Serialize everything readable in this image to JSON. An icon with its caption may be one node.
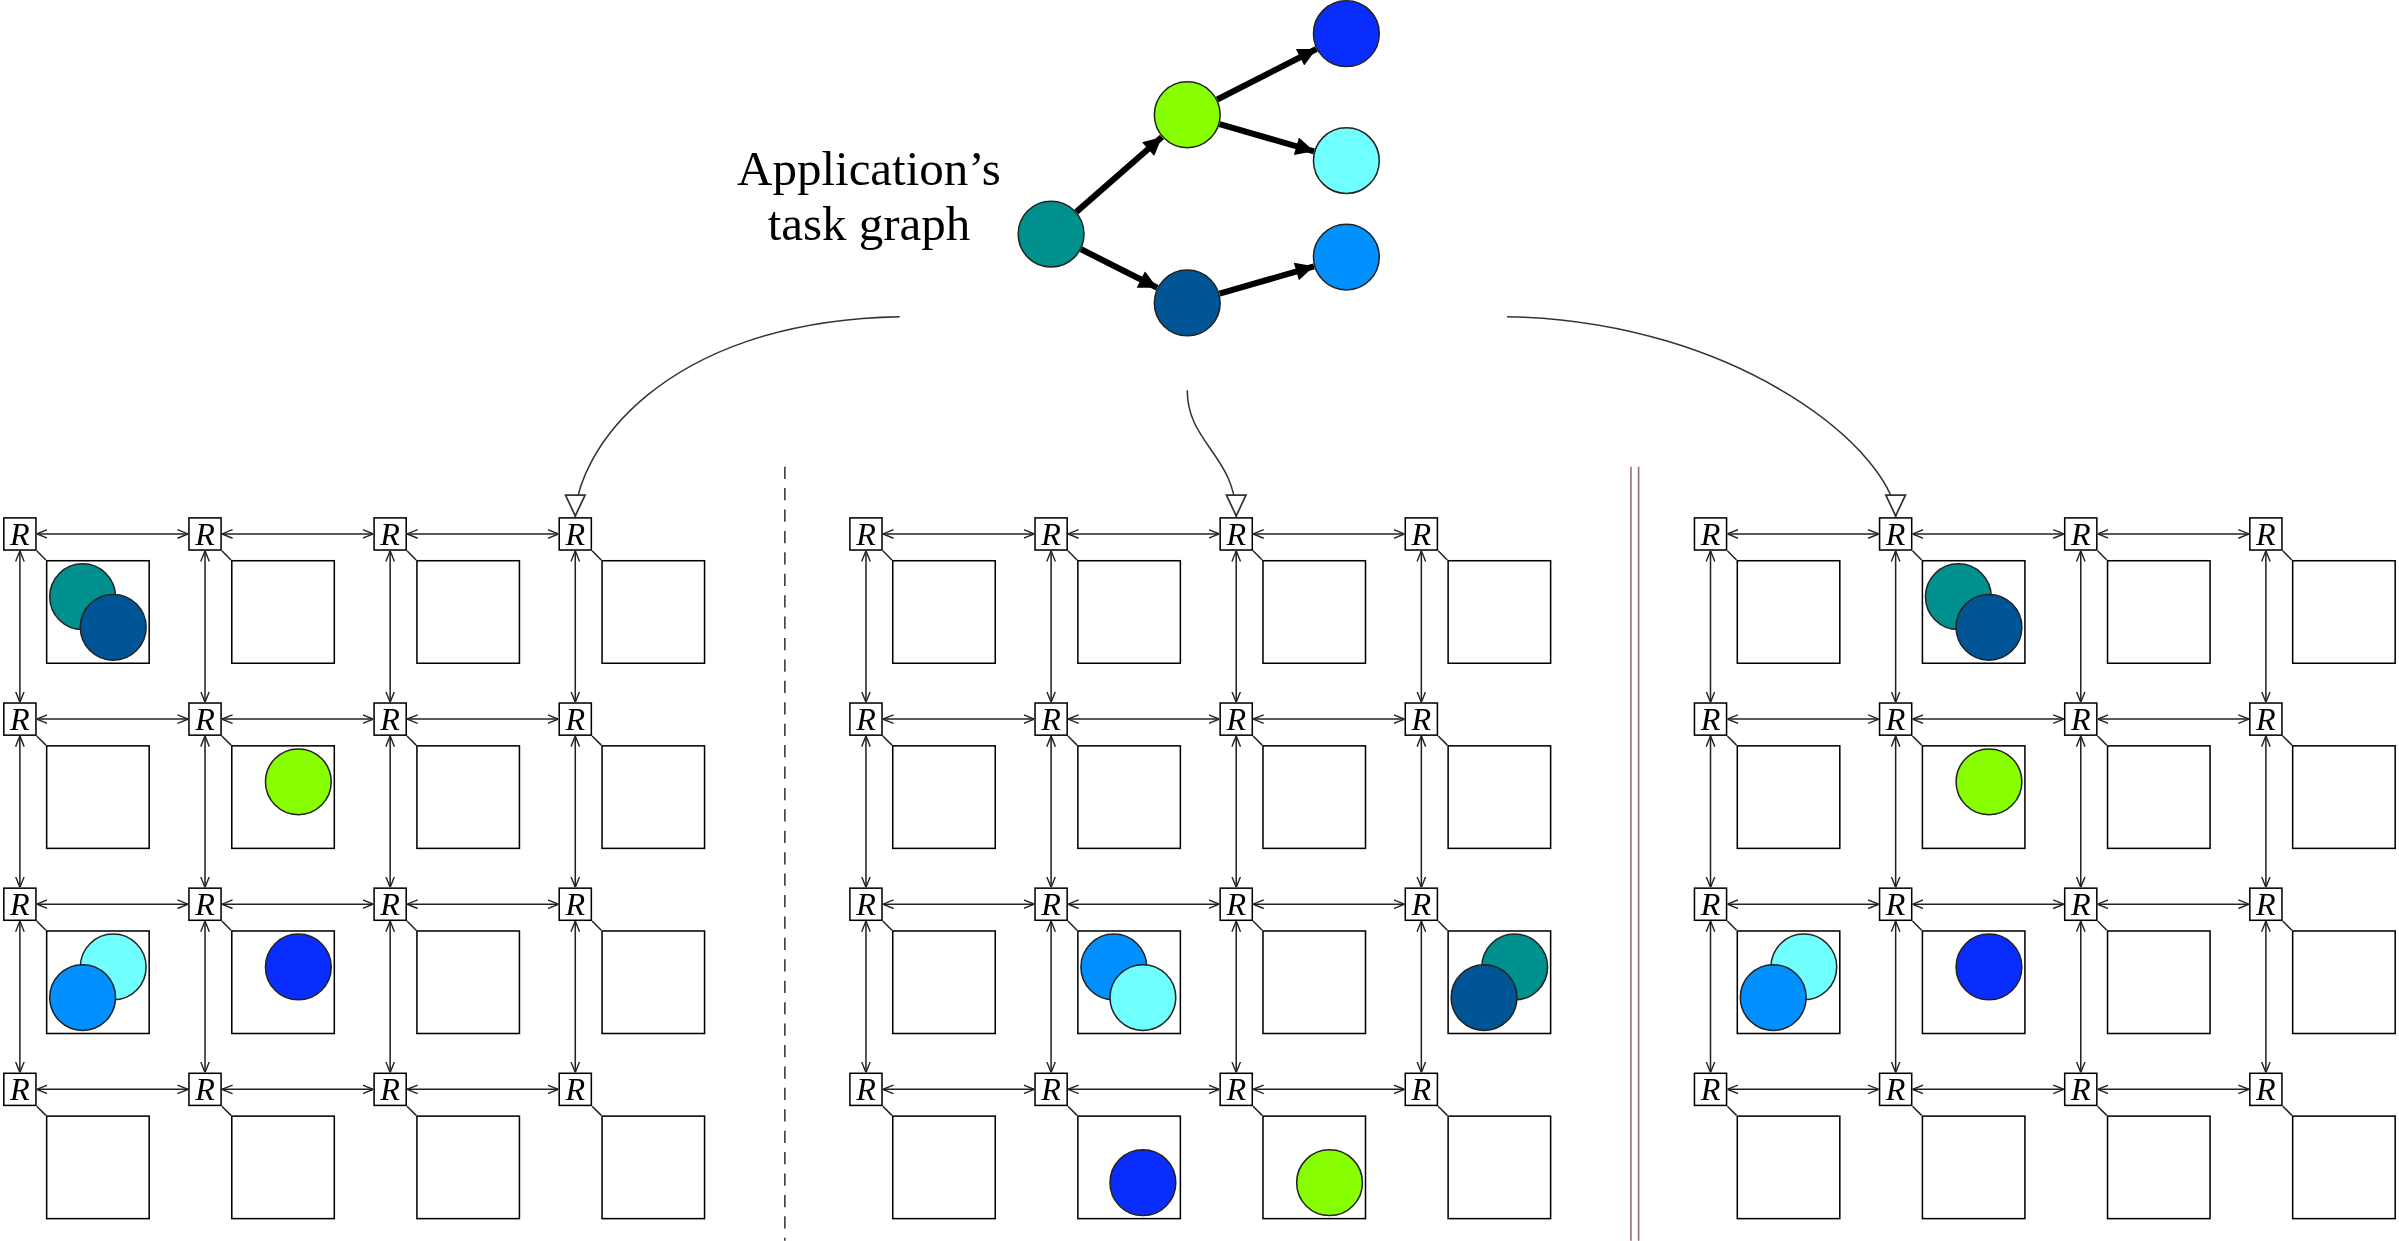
{
  "diagram": {
    "nodes": [
      {
        "text": [
          "Application’s task graph"
        ]
      },
      {
        "text": [],
        "shape": "circle"
      },
      {
        "text": [],
        "shape": "circle"
      },
      {
        "text": [],
        "shape": "circle"
      },
      {
        "text": [],
        "shape": "circle"
      },
      {
        "text": [],
        "shape": "circle"
      },
      {
        "text": [],
        "shape": "circle"
      },
      {
        "text": [
          "R"
        ]
      },
      {
        "text": [],
        "shape": "box"
      },
      {
        "text": [
          "R"
        ]
      },
      {
        "text": [],
        "shape": "box"
      },
      {
        "text": [
          "R"
        ]
      },
      {
        "text": [],
        "shape": "box"
      },
      {
        "text": [
          "R"
        ]
      },
      {
        "text": [],
        "shape": "box"
      },
      {
        "text": [
          "R"
        ]
      },
      {
        "text": [],
        "shape": "box"
      },
      {
        "text": [
          "R"
        ]
      },
      {
        "text": [],
        "shape": "box"
      },
      {
        "text": [
          "R"
        ]
      },
      {
        "text": [],
        "shape": "box"
      },
      {
        "text": [
          "R"
        ]
      },
      {
        "text": [],
        "shape": "box"
      },
      {
        "text": [
          "R"
        ]
      },
      {
        "text": [],
        "shape": "box"
      },
      {
        "text": [
          "R"
        ]
      },
      {
        "text": [],
        "shape": "box"
      },
      {
        "text": [
          "R"
        ]
      },
      {
        "text": [],
        "shape": "box"
      },
      {
        "text": [
          "R"
        ]
      },
      {
        "text": [],
        "shape": "box"
      },
      {
        "text": [
          "R"
        ]
      },
      {
        "text": [],
        "shape": "box"
      },
      {
        "text": [
          "R"
        ]
      },
      {
        "text": [],
        "shape": "box"
      },
      {
        "text": [
          "R"
        ]
      },
      {
        "text": [],
        "shape": "box"
      },
      {
        "text": [
          "R"
        ]
      },
      {
        "text": [],
        "shape": "box"
      },
      {
        "text": [
          "R"
        ]
      },
      {
        "text": [],
        "shape": "box"
      },
      {
        "text": [
          "R"
        ]
      },
      {
        "text": [],
        "shape": "box"
      },
      {
        "text": [
          "R"
        ]
      },
      {
        "text": [],
        "shape": "box"
      },
      {
        "text": [
          "R"
        ]
      },
      {
        "text": [],
        "shape": "box"
      },
      {
        "text": [
          "R"
        ]
      },
      {
        "text": [],
        "shape": "box"
      },
      {
        "text": [
          "R"
        ]
      },
      {
        "text": [],
        "shape": "box"
      },
      {
        "text": [
          "R"
        ]
      },
      {
        "text": [],
        "shape": "box"
      },
      {
        "text": [
          "R"
        ]
      },
      {
        "text": [],
        "shape": "box"
      },
      {
        "text": [
          "R"
        ]
      },
      {
        "text": [],
        "shape": "box"
      },
      {
        "text": [
          "R"
        ]
      },
      {
        "text": [],
        "shape": "box"
      },
      {
        "text": [
          "R"
        ]
      },
      {
        "text": [],
        "shape": "box"
      },
      {
        "text": [
          "R"
        ]
      },
      {
        "text": [],
        "shape": "box"
      },
      {
        "text": [
          "R"
        ]
      },
      {
        "text": [],
        "shape": "box"
      },
      {
        "text": [
          "R"
        ]
      },
      {
        "text": [],
        "shape": "box"
      },
      {
        "text": [
          "R"
        ]
      },
      {
        "text": [],
        "shape": "box"
      },
      {
        "text": [
          "R"
        ]
      },
      {
        "text": [],
        "shape": "box"
      },
      {
        "text": [
          "R"
        ]
      },
      {
        "text": [],
        "shape": "box"
      },
      {
        "text": [
          "R"
        ]
      },
      {
        "text": [],
        "shape": "box"
      },
      {
        "text": [
          "R"
        ]
      },
      {
        "text": [],
        "shape": "box"
      },
      {
        "text": [
          "R"
        ]
      },
      {
        "text": [],
        "shape": "box"
      },
      {
        "text": [
          "R"
        ]
      },
      {
        "text": [],
        "shape": "box"
      },
      {
        "text": [
          "R"
        ]
      },
      {
        "text": [],
        "shape": "box"
      },
      {
        "text": [
          "R"
        ]
      },
      {
        "text": [],
        "shape": "box"
      },
      {
        "text": [
          "R"
        ]
      },
      {
        "text": [],
        "shape": "box"
      },
      {
        "text": [
          "R"
        ]
      },
      {
        "text": [],
        "shape": "box"
      },
      {
        "text": [
          "R"
        ]
      },
      {
        "text": [],
        "shape": "box"
      },
      {
        "text": [
          "R"
        ]
      },
      {
        "text": [],
        "shape": "box"
      },
      {
        "text": [
          "R"
        ]
      },
      {
        "text": [],
        "shape": "box"
      },
      {
        "text": [
          "R"
        ]
      },
      {
        "text": [],
        "shape": "box"
      },
      {
        "text": [
          "R"
        ]
      },
      {
        "text": [],
        "shape": "box"
      },
      {
        "text": [
          "R"
        ]
      },
      {
        "text": [],
        "shape": "box"
      },
      {
        "text": [
          "R"
        ]
      },
      {
        "text": [],
        "shape": "box"
      },
      {
        "text": [],
        "shape": "circle",
        "in": 8
      },
      {
        "text": [],
        "shape": "circle",
        "in": 8
      },
      {
        "text": [],
        "shape": "circle",
        "in": 18
      },
      {
        "text": [],
        "shape": "circle",
        "in": 24
      },
      {
        "text": [],
        "shape": "circle",
        "in": 26
      },
      {
        "text": [],
        "shape": "circle",
        "in": 24
      },
      {
        "text": [],
        "shape": "circle",
        "in": 58
      },
      {
        "text": [],
        "shape": "circle",
        "in": 62
      },
      {
        "text": [],
        "shape": "circle",
        "in": 58
      },
      {
        "text": [],
        "shape": "circle",
        "in": 62
      },
      {
        "text": [],
        "shape": "circle",
        "in": 68
      },
      {
        "text": [],
        "shape": "circle",
        "in": 66
      },
      {
        "text": [],
        "shape": "circle",
        "in": 74
      },
      {
        "text": [],
        "shape": "circle",
        "in": 74
      },
      {
        "text": [],
        "shape": "circle",
        "in": 82
      },
      {
        "text": [],
        "shape": "circle",
        "in": 88
      },
      {
        "text": [],
        "shape": "circle",
        "in": 90
      },
      {
        "text": [],
        "shape": "circle",
        "in": 88
      }
    ],
    "edges": [
      {
        "from": 4,
        "to": 2,
        "arrow": "to",
        "style": "thick"
      },
      {
        "from": 4,
        "to": 6,
        "arrow": "to",
        "style": "thick"
      },
      {
        "from": 2,
        "to": 1,
        "arrow": "to",
        "style": "thick"
      },
      {
        "from": 2,
        "to": 3,
        "arrow": "to",
        "style": "thick"
      },
      {
        "from": 6,
        "to": 5,
        "arrow": "to",
        "style": "thick"
      },
      {
        "from": null,
        "to": 13,
        "arrow": "to"
      },
      {
        "from": null,
        "to": 43,
        "arrow": "to"
      },
      {
        "from": null,
        "to": 73,
        "arrow": "to"
      },
      {
        "from": 7,
        "to": 9,
        "arrow": "both"
      },
      {
        "from": 9,
        "to": 11,
        "arrow": "both"
      },
      {
        "from": 11,
        "to": 13,
        "arrow": "both"
      },
      {
        "from": 15,
        "to": 17,
        "arrow": "both"
      },
      {
        "from": 17,
        "to": 19,
        "arrow": "both"
      },
      {
        "from": 19,
        "to": 21,
        "arrow": "both"
      },
      {
        "from": 23,
        "to": 25,
        "arrow": "both"
      },
      {
        "from": 25,
        "to": 27,
        "arrow": "both"
      },
      {
        "from": 27,
        "to": 29,
        "arrow": "both"
      },
      {
        "from": 31,
        "to": 33,
        "arrow": "both"
      },
      {
        "from": 33,
        "to": 35,
        "arrow": "both"
      },
      {
        "from": 35,
        "to": 37,
        "arrow": "both"
      },
      {
        "from": 7,
        "to": 15,
        "arrow": "both"
      },
      {
        "from": 9,
        "to": 17,
        "arrow": "both"
      },
      {
        "from": 11,
        "to": 19,
        "arrow": "both"
      },
      {
        "from": 13,
        "to": 21,
        "arrow": "both"
      },
      {
        "from": 15,
        "to": 23,
        "arrow": "both"
      },
      {
        "from": 17,
        "to": 25,
        "arrow": "both"
      },
      {
        "from": 19,
        "to": 27,
        "arrow": "both"
      },
      {
        "from": 21,
        "to": 29,
        "arrow": "both"
      },
      {
        "from": 23,
        "to": 31,
        "arrow": "both"
      },
      {
        "from": 25,
        "to": 33,
        "arrow": "both"
      },
      {
        "from": 27,
        "to": 35,
        "arrow": "both"
      },
      {
        "from": 29,
        "to": 37,
        "arrow": "both"
      },
      {
        "from": 7,
        "to": 8,
        "arrow": "none"
      },
      {
        "from": 9,
        "to": 10,
        "arrow": "none"
      },
      {
        "from": 11,
        "to": 12,
        "arrow": "none"
      },
      {
        "from": 13,
        "to": 14,
        "arrow": "none"
      },
      {
        "from": 15,
        "to": 16,
        "arrow": "none"
      },
      {
        "from": 17,
        "to": 18,
        "arrow": "none"
      },
      {
        "from": 19,
        "to": 20,
        "arrow": "none"
      },
      {
        "from": 21,
        "to": 22,
        "arrow": "none"
      },
      {
        "from": 23,
        "to": 24,
        "arrow": "none"
      },
      {
        "from": 25,
        "to": 26,
        "arrow": "none"
      },
      {
        "from": 27,
        "to": 28,
        "arrow": "none"
      },
      {
        "from": 29,
        "to": 30,
        "arrow": "none"
      },
      {
        "from": 31,
        "to": 32,
        "arrow": "none"
      },
      {
        "from": 33,
        "to": 34,
        "arrow": "none"
      },
      {
        "from": 35,
        "to": 36,
        "arrow": "none"
      },
      {
        "from": 37,
        "to": 38,
        "arrow": "none"
      },
      {
        "from": 39,
        "to": 41,
        "arrow": "both"
      },
      {
        "from": 41,
        "to": 43,
        "arrow": "both"
      },
      {
        "from": 43,
        "to": 45,
        "arrow": "both"
      },
      {
        "from": 47,
        "to": 49,
        "arrow": "both"
      },
      {
        "from": 49,
        "to": 51,
        "arrow": "both"
      },
      {
        "from": 51,
        "to": 53,
        "arrow": "both"
      },
      {
        "from": 55,
        "to": 57,
        "arrow": "both"
      },
      {
        "from": 57,
        "to": 59,
        "arrow": "both"
      },
      {
        "from": 59,
        "to": 61,
        "arrow": "both"
      },
      {
        "from": 63,
        "to": 65,
        "arrow": "both"
      },
      {
        "from": 65,
        "to": 67,
        "arrow": "both"
      },
      {
        "from": 67,
        "to": 69,
        "arrow": "both"
      },
      {
        "from": 39,
        "to": 47,
        "arrow": "both"
      },
      {
        "from": 41,
        "to": 49,
        "arrow": "both"
      },
      {
        "from": 43,
        "to": 51,
        "arrow": "both"
      },
      {
        "from": 45,
        "to": 53,
        "arrow": "both"
      },
      {
        "from": 47,
        "to": 55,
        "arrow": "both"
      },
      {
        "from": 49,
        "to": 57,
        "arrow": "both"
      },
      {
        "from": 51,
        "to": 59,
        "arrow": "both"
      },
      {
        "from": 53,
        "to": 61,
        "arrow": "both"
      },
      {
        "from": 55,
        "to": 63,
        "arrow": "both"
      },
      {
        "from": 57,
        "to": 65,
        "arrow": "both"
      },
      {
        "from": 59,
        "to": 67,
        "arrow": "both"
      },
      {
        "from": 61,
        "to": 69,
        "arrow": "both"
      },
      {
        "from": 39,
        "to": 40,
        "arrow": "none"
      },
      {
        "from": 41,
        "to": 42,
        "arrow": "none"
      },
      {
        "from": 43,
        "to": 44,
        "arrow": "none"
      },
      {
        "from": 45,
        "to": 46,
        "arrow": "none"
      },
      {
        "from": 47,
        "to": 48,
        "arrow": "none"
      },
      {
        "from": 49,
        "to": 50,
        "arrow": "none"
      },
      {
        "from": 51,
        "to": 52,
        "arrow": "none"
      },
      {
        "from": 53,
        "to": 54,
        "arrow": "none"
      },
      {
        "from": 55,
        "to": 56,
        "arrow": "none"
      },
      {
        "from": 57,
        "to": 58,
        "arrow": "none"
      },
      {
        "from": 59,
        "to": 60,
        "arrow": "none"
      },
      {
        "from": 61,
        "to": 62,
        "arrow": "none"
      },
      {
        "from": 63,
        "to": 64,
        "arrow": "none"
      },
      {
        "from": 65,
        "to": 66,
        "arrow": "none"
      },
      {
        "from": 67,
        "to": 68,
        "arrow": "none"
      },
      {
        "from": 69,
        "to": 70,
        "arrow": "none"
      },
      {
        "from": 71,
        "to": 73,
        "arrow": "both"
      },
      {
        "from": 73,
        "to": 75,
        "arrow": "both"
      },
      {
        "from": 75,
        "to": 77,
        "arrow": "both"
      },
      {
        "from": 79,
        "to": 81,
        "arrow": "both"
      },
      {
        "from": 81,
        "to": 83,
        "arrow": "both"
      },
      {
        "from": 83,
        "to": 85,
        "arrow": "both"
      },
      {
        "from": 87,
        "to": 89,
        "arrow": "both"
      },
      {
        "from": 89,
        "to": 91,
        "arrow": "both"
      },
      {
        "from": 91,
        "to": 93,
        "arrow": "both"
      },
      {
        "from": 95,
        "to": 97,
        "arrow": "both"
      },
      {
        "from": 97,
        "to": 99,
        "arrow": "both"
      },
      {
        "from": 99,
        "to": 101,
        "arrow": "both"
      },
      {
        "from": 71,
        "to": 79,
        "arrow": "both"
      },
      {
        "from": 73,
        "to": 81,
        "arrow": "both"
      },
      {
        "from": 75,
        "to": 83,
        "arrow": "both"
      },
      {
        "from": 77,
        "to": 85,
        "arrow": "both"
      },
      {
        "from": 79,
        "to": 87,
        "arrow": "both"
      },
      {
        "from": 81,
        "to": 89,
        "arrow": "both"
      },
      {
        "from": 83,
        "to": 91,
        "arrow": "both"
      },
      {
        "from": 85,
        "to": 93,
        "arrow": "both"
      },
      {
        "from": 87,
        "to": 95,
        "arrow": "both"
      },
      {
        "from": 89,
        "to": 97,
        "arrow": "both"
      },
      {
        "from": 91,
        "to": 99,
        "arrow": "both"
      },
      {
        "from": 93,
        "to": 101,
        "arrow": "both"
      },
      {
        "from": 71,
        "to": 72,
        "arrow": "none"
      },
      {
        "from": 73,
        "to": 74,
        "arrow": "none"
      },
      {
        "from": 75,
        "to": 76,
        "arrow": "none"
      },
      {
        "from": 77,
        "to": 78,
        "arrow": "none"
      },
      {
        "from": 79,
        "to": 80,
        "arrow": "none"
      },
      {
        "from": 81,
        "to": 82,
        "arrow": "none"
      },
      {
        "from": 83,
        "to": 84,
        "arrow": "none"
      },
      {
        "from": 85,
        "to": 86,
        "arrow": "none"
      },
      {
        "from": 87,
        "to": 88,
        "arrow": "none"
      },
      {
        "from": 89,
        "to": 90,
        "arrow": "none"
      },
      {
        "from": 91,
        "to": 92,
        "arrow": "none"
      },
      {
        "from": 93,
        "to": 94,
        "arrow": "none"
      },
      {
        "from": 95,
        "to": 96,
        "arrow": "none"
      },
      {
        "from": 97,
        "to": 98,
        "arrow": "none"
      },
      {
        "from": 99,
        "to": 100,
        "arrow": "none"
      },
      {
        "from": 101,
        "to": 102,
        "arrow": "none"
      }
    ]
  }
}
